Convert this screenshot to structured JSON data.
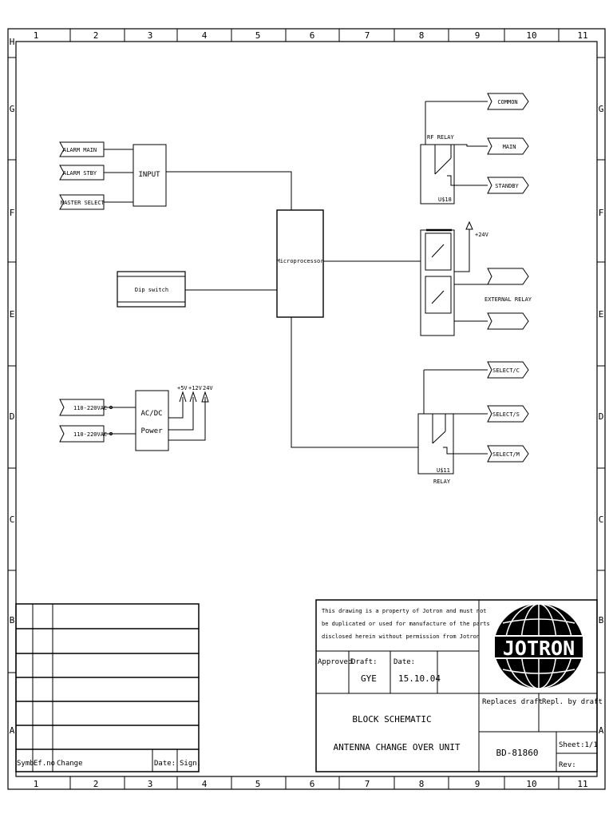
{
  "frame": {
    "columns": [
      "1",
      "2",
      "3",
      "4",
      "5",
      "6",
      "7",
      "8",
      "9",
      "10",
      "11"
    ],
    "rows": [
      "H",
      "G",
      "F",
      "E",
      "D",
      "C",
      "B",
      "A"
    ]
  },
  "inputs": {
    "alarm_main": "ALARM MAIN",
    "alarm_stby": "ALARM STBY",
    "master_select": "MASTER SELECT",
    "block": "INPUT"
  },
  "dip_switch": "Dip switch",
  "microprocessor": "Microprocessor",
  "power": {
    "in1": "110-220VAC",
    "in2": "110-220VAC",
    "block_line1": "AC/DC",
    "block_line2": "Power",
    "rail_5v": "+5V",
    "rail_12v": "+12V",
    "rail_24v": "24V"
  },
  "rf_relay": {
    "title": "RF RELAY",
    "id": "U$18",
    "out_common": "COMMON",
    "out_main": "MAIN",
    "out_standby": "STANDBY"
  },
  "external_relay": {
    "supply": "+24V",
    "label": "EXTERNAL RELAY"
  },
  "select_relay": {
    "id": "U$11",
    "label": "RELAY",
    "out_c": "SELECT/C",
    "out_s": "SELECT/S",
    "out_m": "SELECT/M"
  },
  "revision_table": {
    "headers": [
      "Symb",
      "Ef.no",
      "Change",
      "Date:",
      "Sign."
    ]
  },
  "title_block": {
    "notice_line1": "This drawing is a property of Jotron and must not",
    "notice_line2": "be duplicated or used for manufacture of the parts",
    "notice_line3": "disclosed herein without permission from Jotron",
    "approved_label": "Approved",
    "draft_label": "Draft:",
    "draft_value": "GYE",
    "date_label": "Date:",
    "date_value": "15.10.04",
    "title_line1": "BLOCK SCHEMATIC",
    "title_line2": "ANTENNA CHANGE OVER UNIT",
    "replaces_draft": "Replaces draft",
    "replaced_by": "Repl. by draft",
    "drawing_number": "BD-81860",
    "sheet": "Sheet:1/1",
    "rev": "Rev:",
    "logo_text": "JOTRON"
  }
}
